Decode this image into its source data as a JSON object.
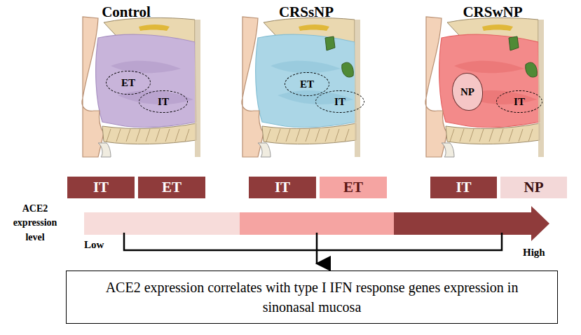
{
  "diagram": {
    "nodes": [
      {
        "text": [
          "ET"
        ]
      },
      {
        "text": [
          "IT"
        ]
      },
      {
        "text": [
          "ET"
        ]
      },
      {
        "text": [
          "IT"
        ]
      },
      {
        "text": [
          "NP"
        ]
      },
      {
        "text": [
          "IT"
        ]
      },
      {
        "text": [
          "IT"
        ]
      },
      {
        "text": [
          "ET"
        ]
      },
      {
        "text": [
          "IT"
        ]
      },
      {
        "text": [
          "ET"
        ]
      },
      {
        "text": [
          "IT"
        ]
      },
      {
        "text": [
          "NP"
        ]
      },
      {
        "text": [
          "ACE2 expression correlates with type I IFN response genes expression in sinonasal mucosa"
        ]
      }
    ],
    "labels": [
      "Control",
      "CRSsNP",
      "CRSwNP",
      "ACE2 expression level",
      "Low",
      "High"
    ]
  }
}
